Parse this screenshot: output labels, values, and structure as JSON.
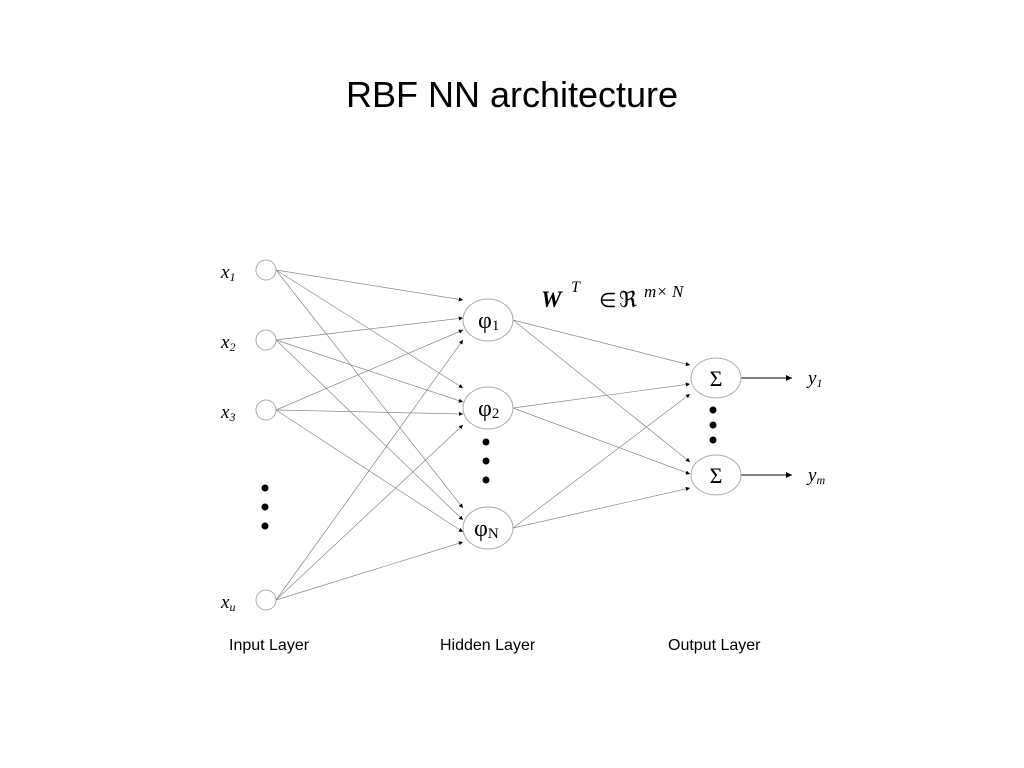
{
  "title": "RBF NN architecture",
  "inputs": [
    {
      "var": "x",
      "sub": "1"
    },
    {
      "var": "x",
      "sub": "2"
    },
    {
      "var": "x",
      "sub": "3"
    },
    {
      "var": "x",
      "sub": "u"
    }
  ],
  "hidden": [
    {
      "symbol": "φ",
      "sub": "1"
    },
    {
      "symbol": "φ",
      "sub": "2"
    },
    {
      "symbol": "φ",
      "sub": "N"
    }
  ],
  "outputs": [
    {
      "symbol": "Σ",
      "out_var": "y",
      "out_sub": "1"
    },
    {
      "symbol": "Σ",
      "out_var": "y",
      "out_sub": "m"
    }
  ],
  "weight_label": {
    "matrix": "W",
    "transpose": "T",
    "member": "∈",
    "set": "ℜ",
    "dims": "m× N"
  },
  "layer_labels": {
    "input": "Input Layer",
    "hidden": "Hidden Layer",
    "output": "Output Layer"
  },
  "colors": {
    "edge": "#888888",
    "node_stroke": "#aaaaaa",
    "text": "#000000"
  }
}
